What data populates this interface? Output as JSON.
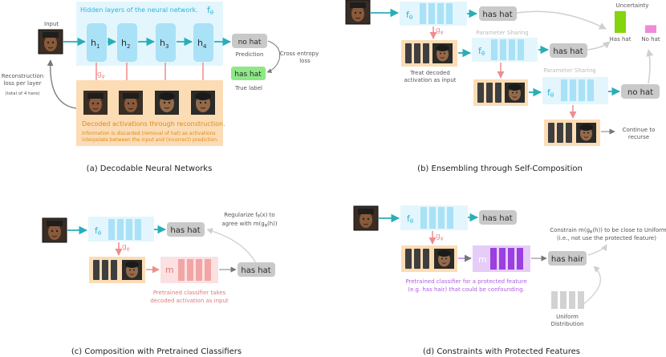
{
  "colors": {
    "hidden_bg": "#e3f6fd",
    "layer_blue": "#a9e1f7",
    "decoded_bg": "#fcdcb5",
    "decoded_text": "#e08a18",
    "arrow_pink": "#ef8c8c",
    "arrow_teal": "#28aeb8",
    "label_gray": "#c9c9c9",
    "true_label": "#8ee887",
    "uncert_green": "#84d40e",
    "uncert_pink": "#f08ad8",
    "pretrained_pink": "#f7c7c7",
    "protected_purple": "#c278ee",
    "uniform_gray": "#d2d2d2",
    "dark_bar": "#3e3e3e"
  },
  "a": {
    "input_label": "Input",
    "hidden_title": "Hidden layers of the neural network.",
    "f_theta": "fθ",
    "layers": [
      {
        "base": "h",
        "sub": "1"
      },
      {
        "base": "h",
        "sub": "2"
      },
      {
        "base": "h",
        "sub": "3"
      },
      {
        "base": "h",
        "sub": "4"
      }
    ],
    "g_phi": "gφ",
    "prediction_value": "no hat",
    "prediction_label": "Prediction",
    "cross_entropy": [
      "Cross entropy",
      "loss"
    ],
    "true_value": "has hat",
    "true_label": "True label",
    "reconstruction": [
      "Reconstruction",
      "loss per layer"
    ],
    "recon_note": "(total of 4 here)",
    "decoded_title": "Decoded activations through reconstruction.",
    "decoded_note": [
      "Information is discarded (removal of hat) as activations",
      "interpolate between the input and (incorrect) prediction."
    ],
    "caption": "(a) Decodable Neural Networks"
  },
  "b": {
    "f_theta": "fθ",
    "g_phi": "gφ",
    "out1": "has hat",
    "out2": "has hat",
    "out3": "no hat",
    "param_sharing_1": "Parameter Sharing",
    "param_sharing_2": "Parameter Sharing",
    "treat_decoded": [
      "Treat decoded",
      "activation as input"
    ],
    "uncertainty": "Uncertainty",
    "has_hat_bar": "Has hat",
    "no_hat_bar": "No hat",
    "has_hat_fraction": 0.85,
    "no_hat_fraction": 0.3,
    "continue": [
      "Continue to",
      "recurse"
    ],
    "caption": "(b) Ensembling through Self-Composition"
  },
  "c": {
    "f_theta": "fθ",
    "g_phi": "gφ",
    "m": "m",
    "out1": "has hat",
    "out2": "has hat",
    "regularize": [
      "Regularize fθ(x) to",
      "agree with m(gφ(h))"
    ],
    "pretrained": [
      "Pretrained classifier takes",
      "decoded activation as input"
    ],
    "caption": "(c) Composition with Pretrained Classifiers"
  },
  "d": {
    "f_theta": "fθ",
    "g_phi": "gφ",
    "m": "m",
    "out1": "has hat",
    "out2": "has hair",
    "constrain": [
      "Constrain m(gφ(h)) to be close to Uniform",
      "(i.e., not use the protected feature)"
    ],
    "protected": [
      "Pretrained classifier for a protected feature",
      "(e.g. has hair) that could be confounding."
    ],
    "uniform": [
      "Uniform",
      "Distribution"
    ],
    "caption": "(d) Constraints with Protected Features"
  }
}
